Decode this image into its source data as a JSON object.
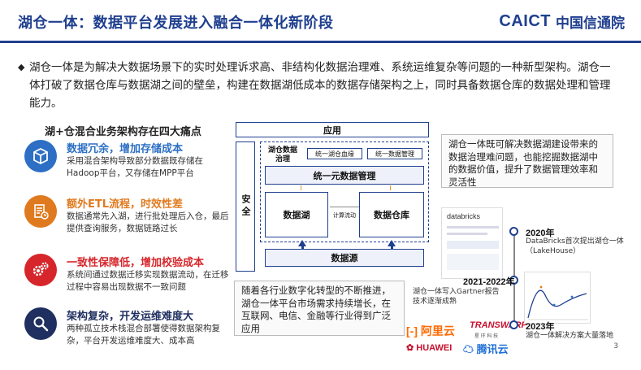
{
  "header": {
    "title": "湖仓一体：数据平台发展进入融合一体化新阶段",
    "logo_en": "CAICT",
    "logo_cn": "中国信通院"
  },
  "intro": {
    "bullet": "◆",
    "text": "湖仓一体是为解决大数据场景下的实时处理诉求高、非结构化数据治理难、系统运维复杂等问题的一种新型架构。湖仓一体打破了数据仓库与数据湖之间的壁垒，构建在数据湖低成本的数据存储架构之上，同时具备数据仓库的数据处理和管理能力。"
  },
  "pain_points": {
    "title": "湖+仓混合业务架构存在四大痛点",
    "items": [
      {
        "icon": "cube-icon",
        "color": "#2d6fc4",
        "head": "数据冗余，增加存储成本",
        "desc": "采用混合架构导致部分数据既存储在Hadoop平台，又存储在MPP平台"
      },
      {
        "icon": "document-clock-icon",
        "color": "#e07a1f",
        "head": "额外ETL流程，时效性差",
        "desc": "数据通常先入湖，进行批处理后入仓，最后提供查询服务，数据链路过长"
      },
      {
        "icon": "gears-icon",
        "color": "#d6262b",
        "head": "一致性保障低，增加校验成本",
        "desc": "系统间通过数据迁移实现数据流动，在迁移过程中容易出现数据不一致问题"
      },
      {
        "icon": "search-icon",
        "color": "#1f2f5f",
        "head": "架构复杂，开发运维难度大",
        "desc": "两种孤立技术栈混合部署使得数据架构复杂，平台开发运维难度大、成本高"
      }
    ]
  },
  "architecture": {
    "app": "应用",
    "security": "安全",
    "governance": "湖仓数据治理",
    "metadata": "统一湖仓血缘",
    "data_service": "统一数据管理",
    "unified_mgmt": "统一元数据管理",
    "lake": "数据湖",
    "warehouse": "数据仓库",
    "compute": "计算流动",
    "source": "数据源"
  },
  "callouts": {
    "top": "湖仓一体既可解决数据湖建设带来的数据治理难问题，也能挖掘数据湖中的数据价值，提升了数据管理效率和灵活性",
    "bottom": "随着各行业数字化转型的不断推进，湖仓一体平台市场需求持续增长，在互联网、电信、金融等行业得到广泛应用"
  },
  "vendors": {
    "aliyun": "阿里云",
    "transwarp": "TRANSWARP",
    "transwarp_cn": "星 环 科 技",
    "huawei": "HUAWEI",
    "tencent": "腾讯云"
  },
  "databricks": {
    "name": "databricks"
  },
  "timeline": [
    {
      "year": "2020年",
      "desc": "DataBricks首次提出湖仓一体（LakeHouse）"
    },
    {
      "year": "2021-2022年",
      "desc": "湖仓一体写入Gartner报告技术逐渐成熟"
    },
    {
      "year": "2023年",
      "desc": "湖仓一体解决方案大量落地"
    }
  ],
  "page_number": "3"
}
